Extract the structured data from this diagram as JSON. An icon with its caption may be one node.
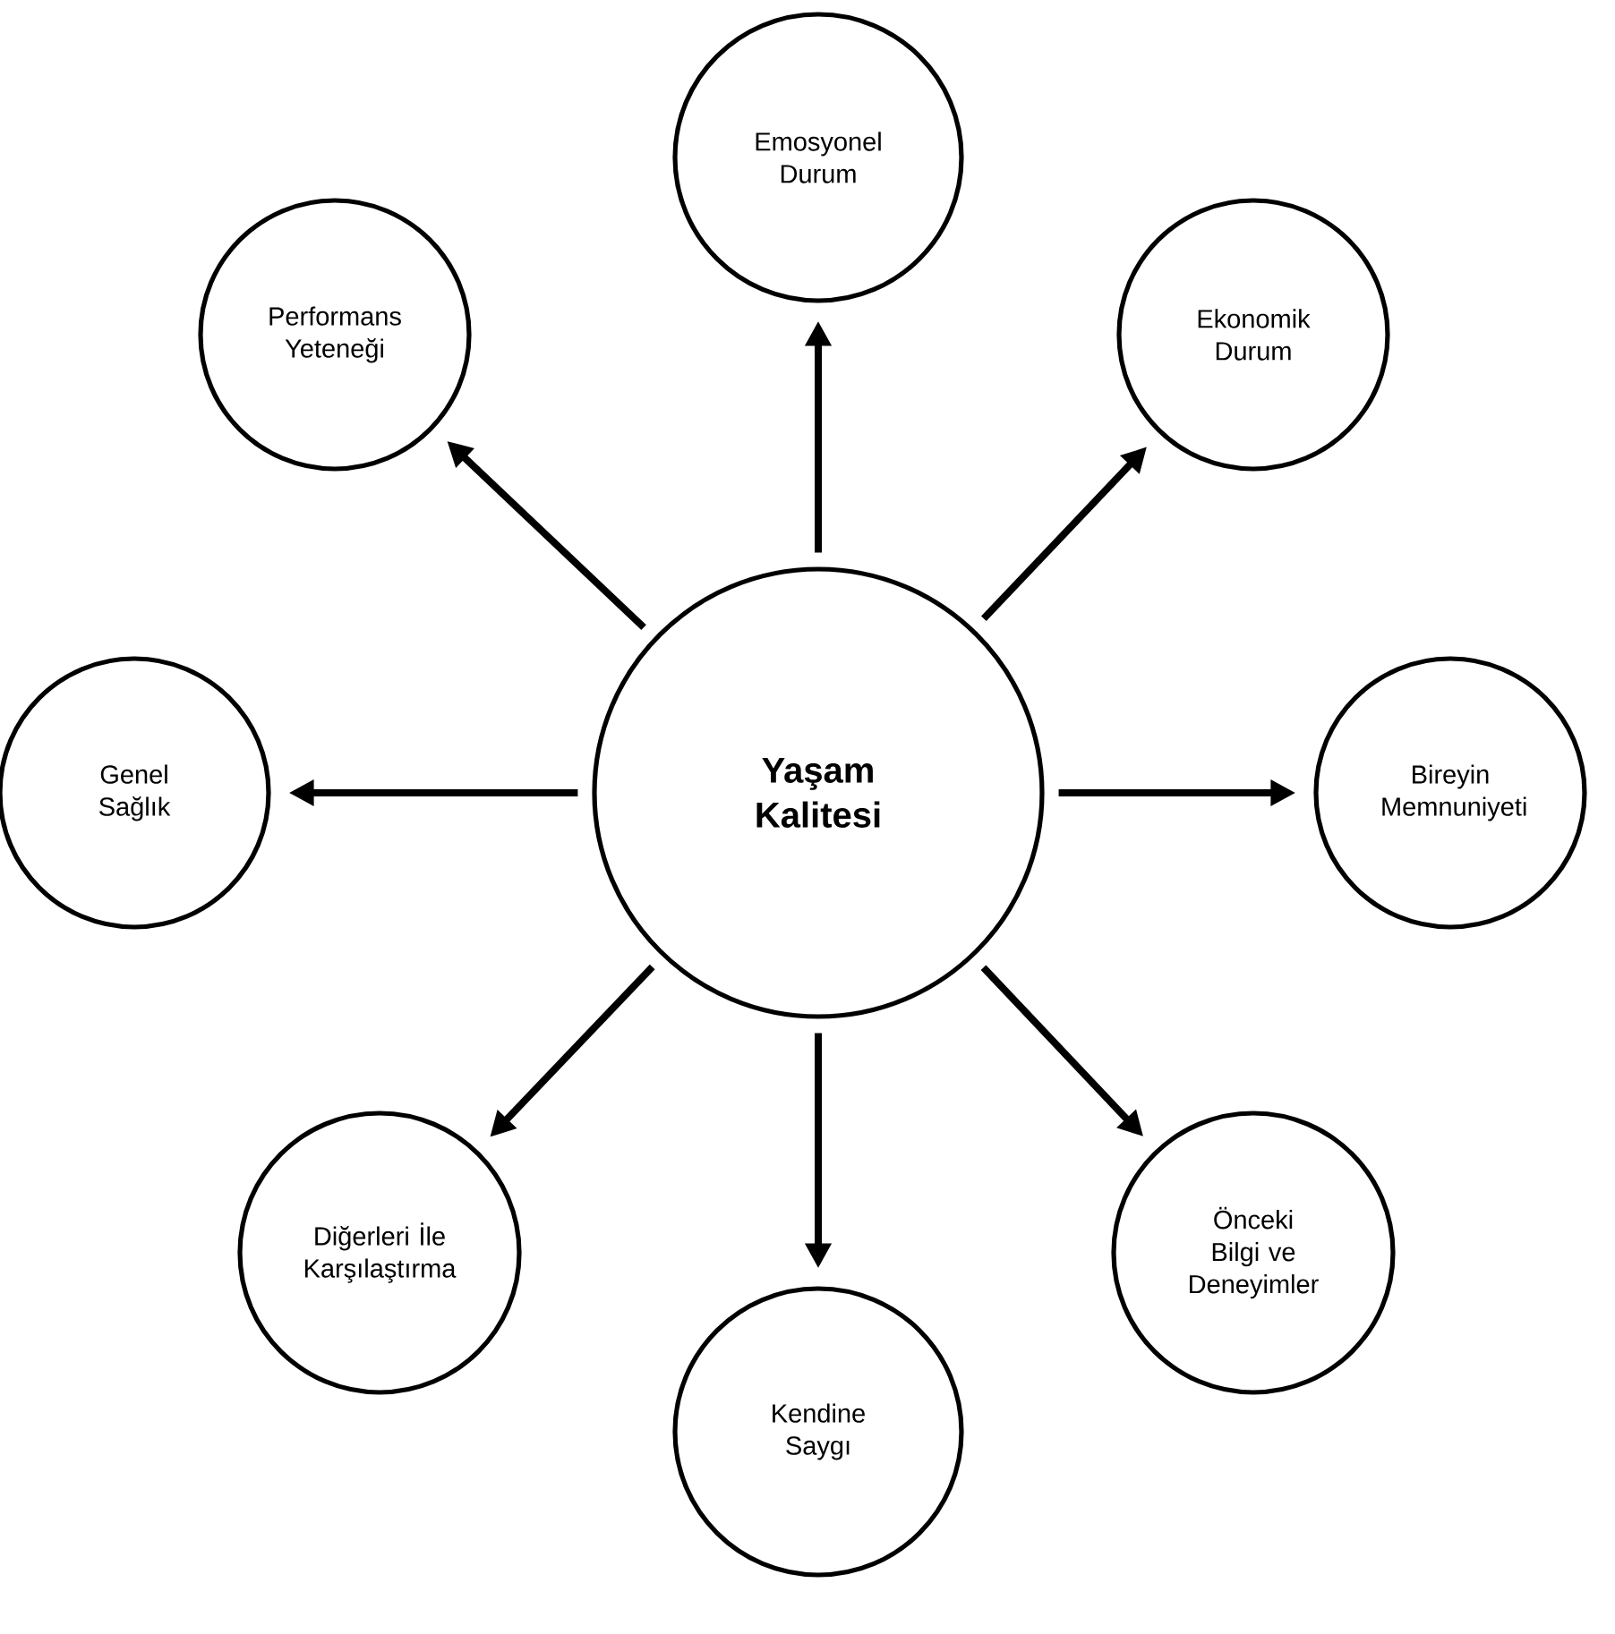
{
  "diagram": {
    "nodes": [
      {
        "text": [
          "Emosyonel Durum"
        ]
      },
      {
        "text": [
          "Performans Yeteneği"
        ]
      },
      {
        "text": [
          "Ekonomik Durum"
        ]
      },
      {
        "text": [
          "Genel Sağlık"
        ]
      },
      {
        "text": [
          "Yaşam Kalitesi"
        ]
      },
      {
        "text": [
          "Bireyin Memnuniyeti"
        ]
      },
      {
        "text": [
          "Diğerleri İle Karşılaştırma"
        ]
      },
      {
        "text": [
          "Önceki Bilgi ve Deneyimler"
        ]
      },
      {
        "text": [
          "Kendine Saygı"
        ]
      }
    ],
    "edges": [
      {
        "from": 4,
        "to": 0,
        "arrow": "to"
      },
      {
        "from": 4,
        "to": 1,
        "arrow": "to"
      },
      {
        "from": 4,
        "to": 2,
        "arrow": "to"
      },
      {
        "from": 4,
        "to": 3,
        "arrow": "to"
      },
      {
        "from": 4,
        "to": 5,
        "arrow": "to"
      },
      {
        "from": 4,
        "to": 6,
        "arrow": "to"
      },
      {
        "from": 4,
        "to": 7,
        "arrow": "to"
      },
      {
        "from": 4,
        "to": 8,
        "arrow": "to"
      }
    ]
  }
}
